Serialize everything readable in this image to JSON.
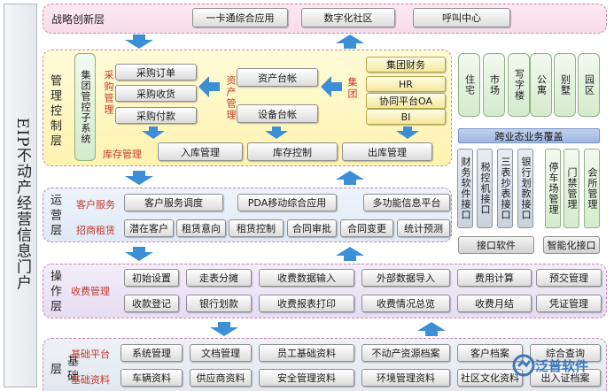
{
  "portal": {
    "title": "EIP不动产经营信息门户"
  },
  "strategy": {
    "title": "战略创新层",
    "items": [
      "一卡通综合应用",
      "数字化社区",
      "呼叫中心"
    ]
  },
  "management": {
    "title": "管理控制层",
    "group_system": "集团管控子系统",
    "purchase_label": "采购管理",
    "purchase_items": [
      "采购订单",
      "采购收货",
      "采购付款"
    ],
    "asset_label": "资产管理",
    "asset_items": [
      "资产台帐",
      "设备台帐"
    ],
    "group_label": "集团",
    "group_items": [
      "集团财务",
      "HR",
      "协同平台OA",
      "BI"
    ],
    "inventory_label": "库存管理",
    "inventory_items": [
      "入库管理",
      "库存控制",
      "出库管理"
    ]
  },
  "property_types": [
    "住宅",
    "市场",
    "写字楼",
    "公寓",
    "别墅",
    "园区"
  ],
  "coverage": "跨业态业务覆盖",
  "interfaces": {
    "software": [
      "财务软件接口",
      "税控机接口",
      "三表抄表接口",
      "银行划款接口"
    ],
    "intelligent": [
      "停车场管理",
      "门禁管理",
      "会所管理"
    ],
    "software_label": "接口软件",
    "intelligent_label": "智能化接口"
  },
  "operation": {
    "title": "运营层",
    "customer_label": "客户服务",
    "customer_items": [
      "客户服务调度",
      "PDA移动综合应用",
      "多功能信息平台"
    ],
    "leasing_label": "招商租赁",
    "leasing_items": [
      "潜在客户",
      "租赁意向",
      "租赁控制",
      "合同审批",
      "合同变更",
      "统计预测"
    ]
  },
  "execution": {
    "title": "操作层",
    "fee_label": "收费管理",
    "row1": [
      "初始设置",
      "走表分摊",
      "收费数据输入",
      "外部数据导入",
      "费用计算",
      "预交管理"
    ],
    "row2": [
      "收款登记",
      "银行划款",
      "收费报表打印",
      "收费情况总览",
      "收费月结",
      "凭证管理"
    ]
  },
  "basic": {
    "title": "基础层",
    "platform_label": "基础平台",
    "platform_items": [
      "系统管理",
      "文档管理",
      "员工基础资料",
      "不动产资源档案",
      "客户档案",
      "综合查询"
    ],
    "data_label": "基础资料",
    "data_items": [
      "车辆资料",
      "供应商资料",
      "安全管理资料",
      "环境管理资料",
      "社区文化资料",
      "出入证档案"
    ]
  },
  "watermark": {
    "text": "泛普软件"
  },
  "colors": {
    "arrow": "#3c8fd6",
    "red_label": "#c0392b"
  }
}
